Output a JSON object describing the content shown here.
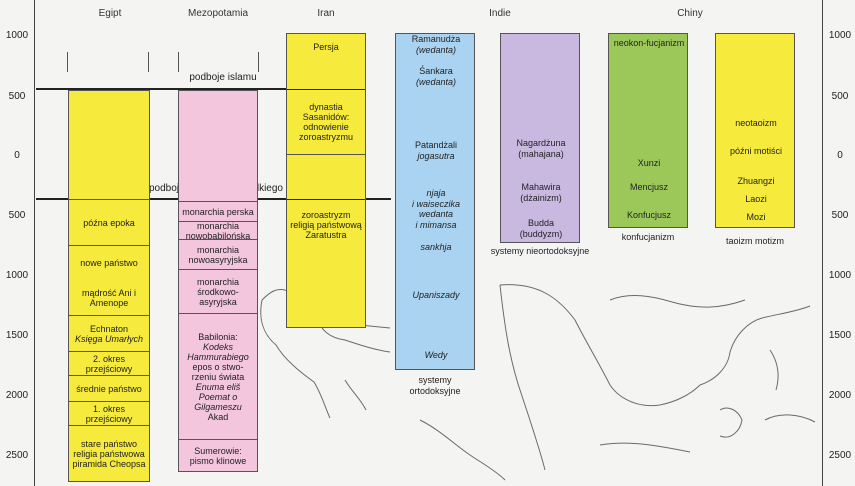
{
  "timeline": {
    "ticks_left": [
      "1000",
      "500",
      "0",
      "500",
      "1000",
      "1500",
      "2000",
      "2500"
    ],
    "ticks_right": [
      "1000",
      "500",
      "0",
      "500",
      "1000",
      "1500",
      "2000",
      "2500"
    ]
  },
  "regions": [
    "Egipt",
    "Mezopotamia",
    "Iran",
    "Indie",
    "Chiny"
  ],
  "bands": {
    "islam": "podboje islamu",
    "alexander": "podboje Aleksandra Wielkiego"
  },
  "colors": {
    "yellow": "#f6ea3c",
    "pink": "#f3c6dd",
    "blue": "#a9d3f0",
    "lavender": "#c9b9e1",
    "green": "#9cc85a",
    "background": "#f4f4f2"
  },
  "egipt": {
    "cells": [
      "późna epoka",
      "nowe państwo",
      "mądrość Ani i Amenope",
      "Echnaton",
      "Księga Umarłych",
      "2. okres przejściowy",
      "średnie państwo",
      "1. okres przejściowy",
      "stare państwo religia państwowa piramida Cheopsa"
    ]
  },
  "mezopotamia": {
    "cells": [
      "monarchia perska",
      "monarchia nowobabilońska",
      "monarchia nowoasyryjska",
      "monarchia środkowo-asyryjska",
      "Babilonia:",
      "Kodeks Hammurabiego",
      "epos o stwo-rzeniu świata",
      "Enuma eliš",
      "Poemat o Gilgameszu",
      "Akad",
      "Sumerowie: pismo klinowe"
    ]
  },
  "iran": {
    "cells": [
      "Persja",
      "dynastia Sasanidów: odnowienie zoroastryzmu",
      "zoroastryzm religią państwową Zaratustra"
    ]
  },
  "indie_orthodox": {
    "entries": [
      "Ramanudża",
      "(wedanta)",
      "Śankara",
      "(wedanta)",
      "Patandżali",
      "jogasutra",
      "njaja",
      "i waiseczika",
      "wedanta",
      "i mimansa",
      "sankhja",
      "Upaniszady",
      "Wedy"
    ],
    "label": "systemy ortodoksyjne"
  },
  "indie_heterodox": {
    "entries": [
      "Nagardżuna",
      "(mahajana)",
      "Mahawira",
      "(dżainizm)",
      "Budda",
      "(buddyzm)"
    ],
    "label": "systemy nieortodoksyjne"
  },
  "chiny_confucian": {
    "entries": [
      "neokon-fucjanizm",
      "Xunzi",
      "Mencjusz",
      "Konfucjusz"
    ],
    "label": "konfucjanizm"
  },
  "chiny_taoist": {
    "entries": [
      "neotaoizm",
      "późni motiści",
      "Zhuangzi",
      "Laozi",
      "Mozi"
    ],
    "label": "taoizm motizm"
  }
}
